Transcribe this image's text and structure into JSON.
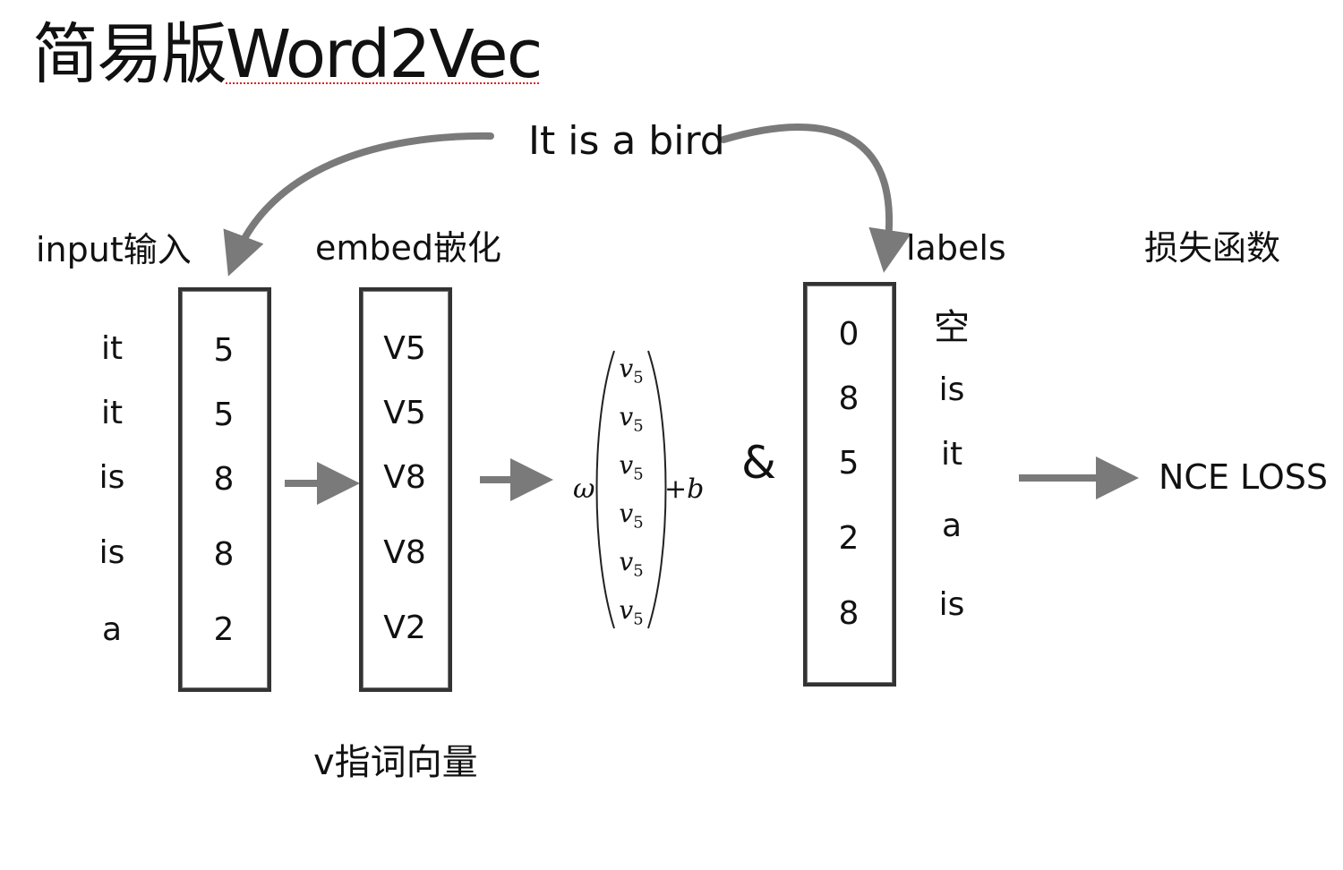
{
  "title": {
    "cn": "简易版",
    "latin": "Word2Vec"
  },
  "sentence": "It is a bird",
  "headers": {
    "input": "input输入",
    "embed": "embed嵌化",
    "labels": "labels",
    "loss_fn": "损失函数"
  },
  "input_words": [
    "it",
    "it",
    "is",
    "is",
    "a"
  ],
  "input_ids": [
    "5",
    "5",
    "8",
    "8",
    "2"
  ],
  "embed_vectors": [
    "V5",
    "V5",
    "V8",
    "V8",
    "V2"
  ],
  "formula": {
    "weight": "ω",
    "vector_base": "v",
    "vector_subs": [
      "5",
      "5",
      "5",
      "5",
      "5",
      "5"
    ],
    "bias": "+b"
  },
  "ampersand": "&",
  "label_ids": [
    "0",
    "8",
    "5",
    "2",
    "8"
  ],
  "label_words": [
    "空",
    "is",
    "it",
    "a",
    "is"
  ],
  "loss": "NCE LOSS",
  "footnote": "v指词向量",
  "colors": {
    "arrow": "#7a7a7a",
    "box": "#333333",
    "underline": "#dd2222"
  }
}
